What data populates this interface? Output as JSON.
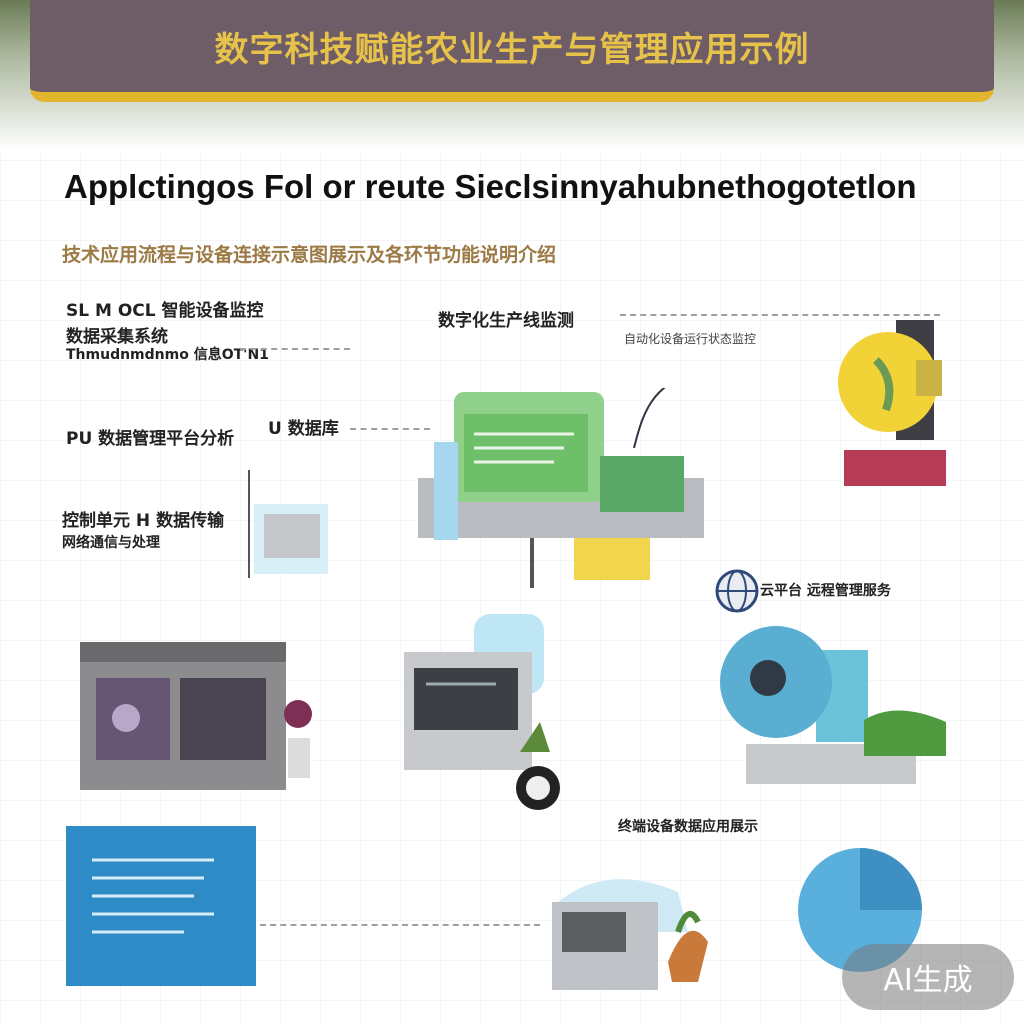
{
  "banner": {
    "text": "数字科技赋能农业生产与管理应用示例"
  },
  "title": "Applctingos Fol or reute Sieclsinnyahubnethogotetlon",
  "subtitle": "技术应用流程与设备连接示意图展示及各环节功能说明介绍",
  "labels": {
    "left_block1_line1": "SL M OCL 智能设备监控",
    "left_block1_line2": "数据采集系统",
    "left_block1_line3": "Thmudnmdnmo 信息OT'N1",
    "left_mid": "PU 数据管理平台分析",
    "left_mid_right": "U 数据库",
    "left_low1": "控制单元 H 数据传输",
    "left_low2": "网络通信与处理",
    "top_center": "数字化生产线监测",
    "top_right_sub": "自动化设备运行状态监控",
    "right_mid": "云平台 远程管理服务",
    "lower_center": "终端设备数据应用展示"
  },
  "badge": {
    "text": "AI生成"
  },
  "colors": {
    "banner_bg": "#6e5d66",
    "banner_text": "#e6c24a",
    "banner_border": "#e2b62c",
    "subtitle": "#9b7a45"
  },
  "icons": [
    "globe-icon",
    "machine-icon",
    "robot-icon",
    "gear-icon",
    "plant-icon",
    "monitor-icon",
    "server-icon",
    "document-icon"
  ]
}
